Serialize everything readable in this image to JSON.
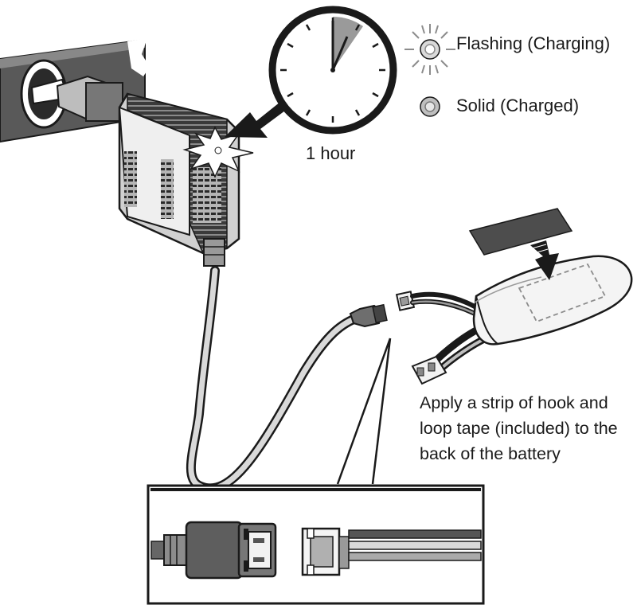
{
  "legend": {
    "flashing_label": "Flashing (Charging)",
    "solid_label": "Solid (Charged)"
  },
  "timer": {
    "duration_label": "1 hour"
  },
  "instruction": {
    "lines": [
      "Apply a strip of hook and",
      "loop tape (included) to the",
      "back of the battery"
    ]
  },
  "colors": {
    "ink": "#1a1a1a",
    "dark_gray": "#555555",
    "mid_gray": "#8c8c8c",
    "light_gray": "#cfcfcf",
    "clock_wedge": "#9a9a9a"
  },
  "icons": [
    "car-socket-icon",
    "charger-icon",
    "clock-icon",
    "led-flashing-icon",
    "led-solid-icon",
    "battery-icon",
    "hook-loop-tape-icon",
    "connector-icon"
  ]
}
